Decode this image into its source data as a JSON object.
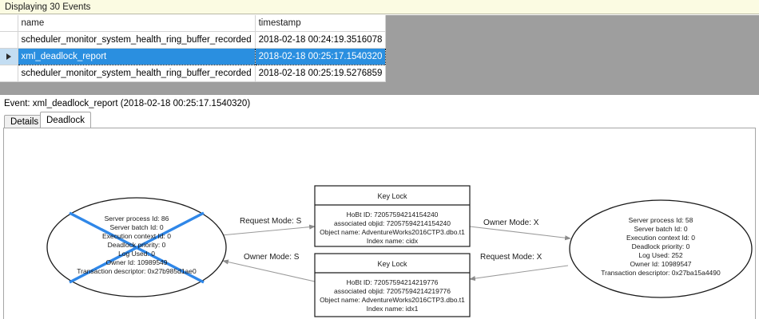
{
  "status": {
    "text": "Displaying 30 Events"
  },
  "grid": {
    "columns": [
      "",
      "name",
      "timestamp"
    ],
    "rows": [
      {
        "selected": false,
        "name": "scheduler_monitor_system_health_ring_buffer_recorded",
        "timestamp": "2018-02-18 00:24:19.3516078"
      },
      {
        "selected": true,
        "name": "xml_deadlock_report",
        "timestamp": "2018-02-18 00:25:17.1540320"
      },
      {
        "selected": false,
        "name": "scheduler_monitor_system_health_ring_buffer_recorded",
        "timestamp": "2018-02-18 00:25:19.5276859"
      }
    ],
    "selection_indicator": "row-arrow-icon",
    "selection_color": "#2a8fe0"
  },
  "event_header": {
    "text": "Event: xml_deadlock_report (2018-02-18 00:25:17.1540320)"
  },
  "tabs": [
    {
      "label": "Details",
      "active": false
    },
    {
      "label": "Deadlock",
      "active": true
    }
  ],
  "graph": {
    "victim_cross_color": "#2f87e8",
    "processes": [
      {
        "id": "left-process",
        "victim": true,
        "lines": [
          "Server process Id: 86",
          "Server batch Id: 0",
          "Execution context Id: 0",
          "Deadlock priority: 0",
          "Log Used: 0",
          "Owner Id: 10989549",
          "Transaction descriptor: 0x27b985d1ae0"
        ]
      },
      {
        "id": "right-process",
        "victim": false,
        "lines": [
          "Server process Id: 58",
          "Server batch Id: 0",
          "Execution context Id: 0",
          "Deadlock priority: 0",
          "Log Used: 252",
          "Owner Id: 10989547",
          "Transaction descriptor: 0x27ba15a4490"
        ]
      }
    ],
    "resources": [
      {
        "id": "top-key-lock",
        "title": "Key Lock",
        "lines": [
          "HoBt ID: 72057594214154240",
          "associated objid: 72057594214154240",
          "Object name: AdventureWorks2016CTP3.dbo.t1",
          "Index name: cidx"
        ]
      },
      {
        "id": "bottom-key-lock",
        "title": "Key Lock",
        "lines": [
          "HoBt ID: 72057594214219776",
          "associated objid: 72057594214219776",
          "Object name: AdventureWorks2016CTP3.dbo.t1",
          "Index name: idx1"
        ]
      }
    ],
    "edges": [
      {
        "id": "edge-left-request",
        "label": "Request Mode: S"
      },
      {
        "id": "edge-right-owner",
        "label": "Owner Mode: X"
      },
      {
        "id": "edge-left-owner",
        "label": "Owner Mode: S"
      },
      {
        "id": "edge-right-request",
        "label": "Request Mode: X"
      }
    ]
  }
}
